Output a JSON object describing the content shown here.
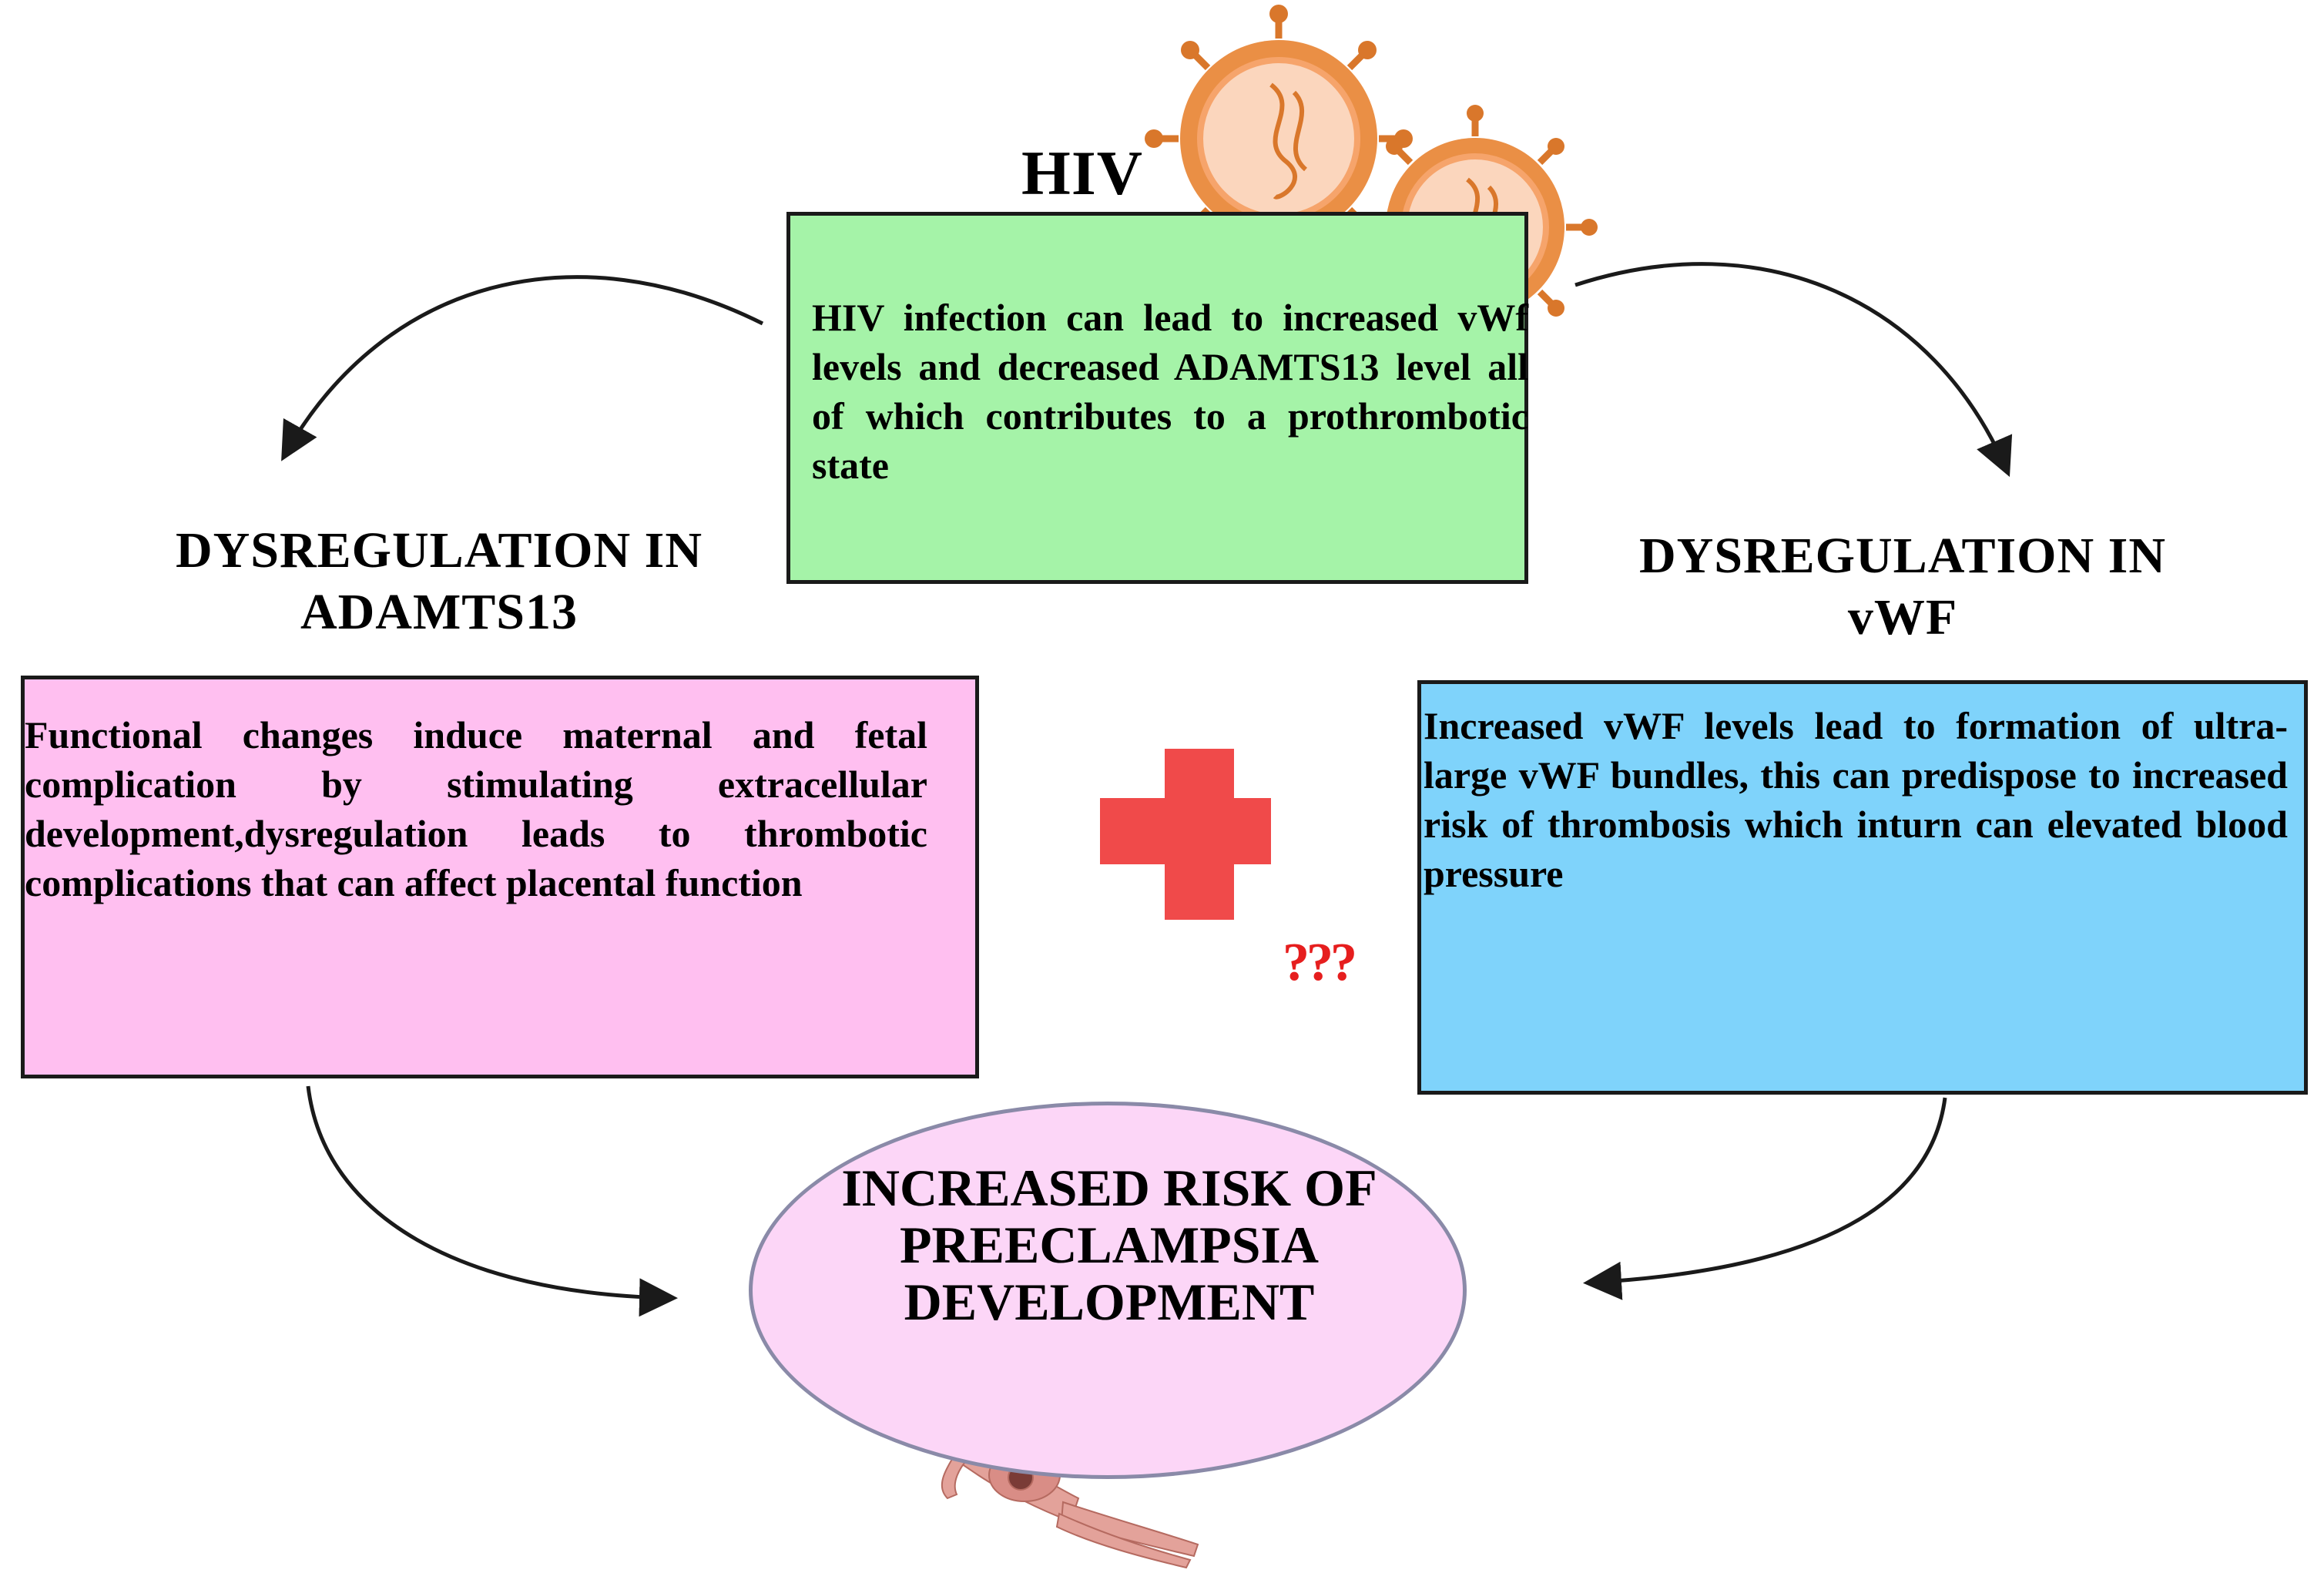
{
  "hiv": {
    "title": "HIV",
    "text": "HIV infection can lead to increased vWf levels and decreased ADAMTS13 level all of which contributes to a prothrombotic state",
    "box_color": "#a5f3a8"
  },
  "adamts13": {
    "heading": "DYSREGULATION IN ADAMTS13",
    "text": "Functional changes induce maternal and fetal complication by stimulating extracellular development,dysregulation leads to thrombotic complications that can affect placental function",
    "box_color": "#ffbff0"
  },
  "vwf": {
    "heading": "DYSREGULATION IN vWF",
    "text": "Increased vWF levels lead to formation of ultra-large vWF bundles, this can predispose to increased risk of thrombosis which inturn can elevated blood pressure",
    "box_color": "#7fd3fb"
  },
  "outcome": {
    "text": "INCREASED RISK OF PREECLAMPSIA DEVELOPMENT",
    "ellipse_color": "#fcd6f7"
  },
  "question_marks": "???",
  "icons": {
    "virus": "virus-icon",
    "plus": "plus-icon",
    "pregnant_woman": "pregnant-woman-icon"
  },
  "colors": {
    "plus": "#f04a4a",
    "virus_outer": "#e98a3d",
    "virus_inner": "#f9c8a6",
    "question": "#e61e1e"
  }
}
